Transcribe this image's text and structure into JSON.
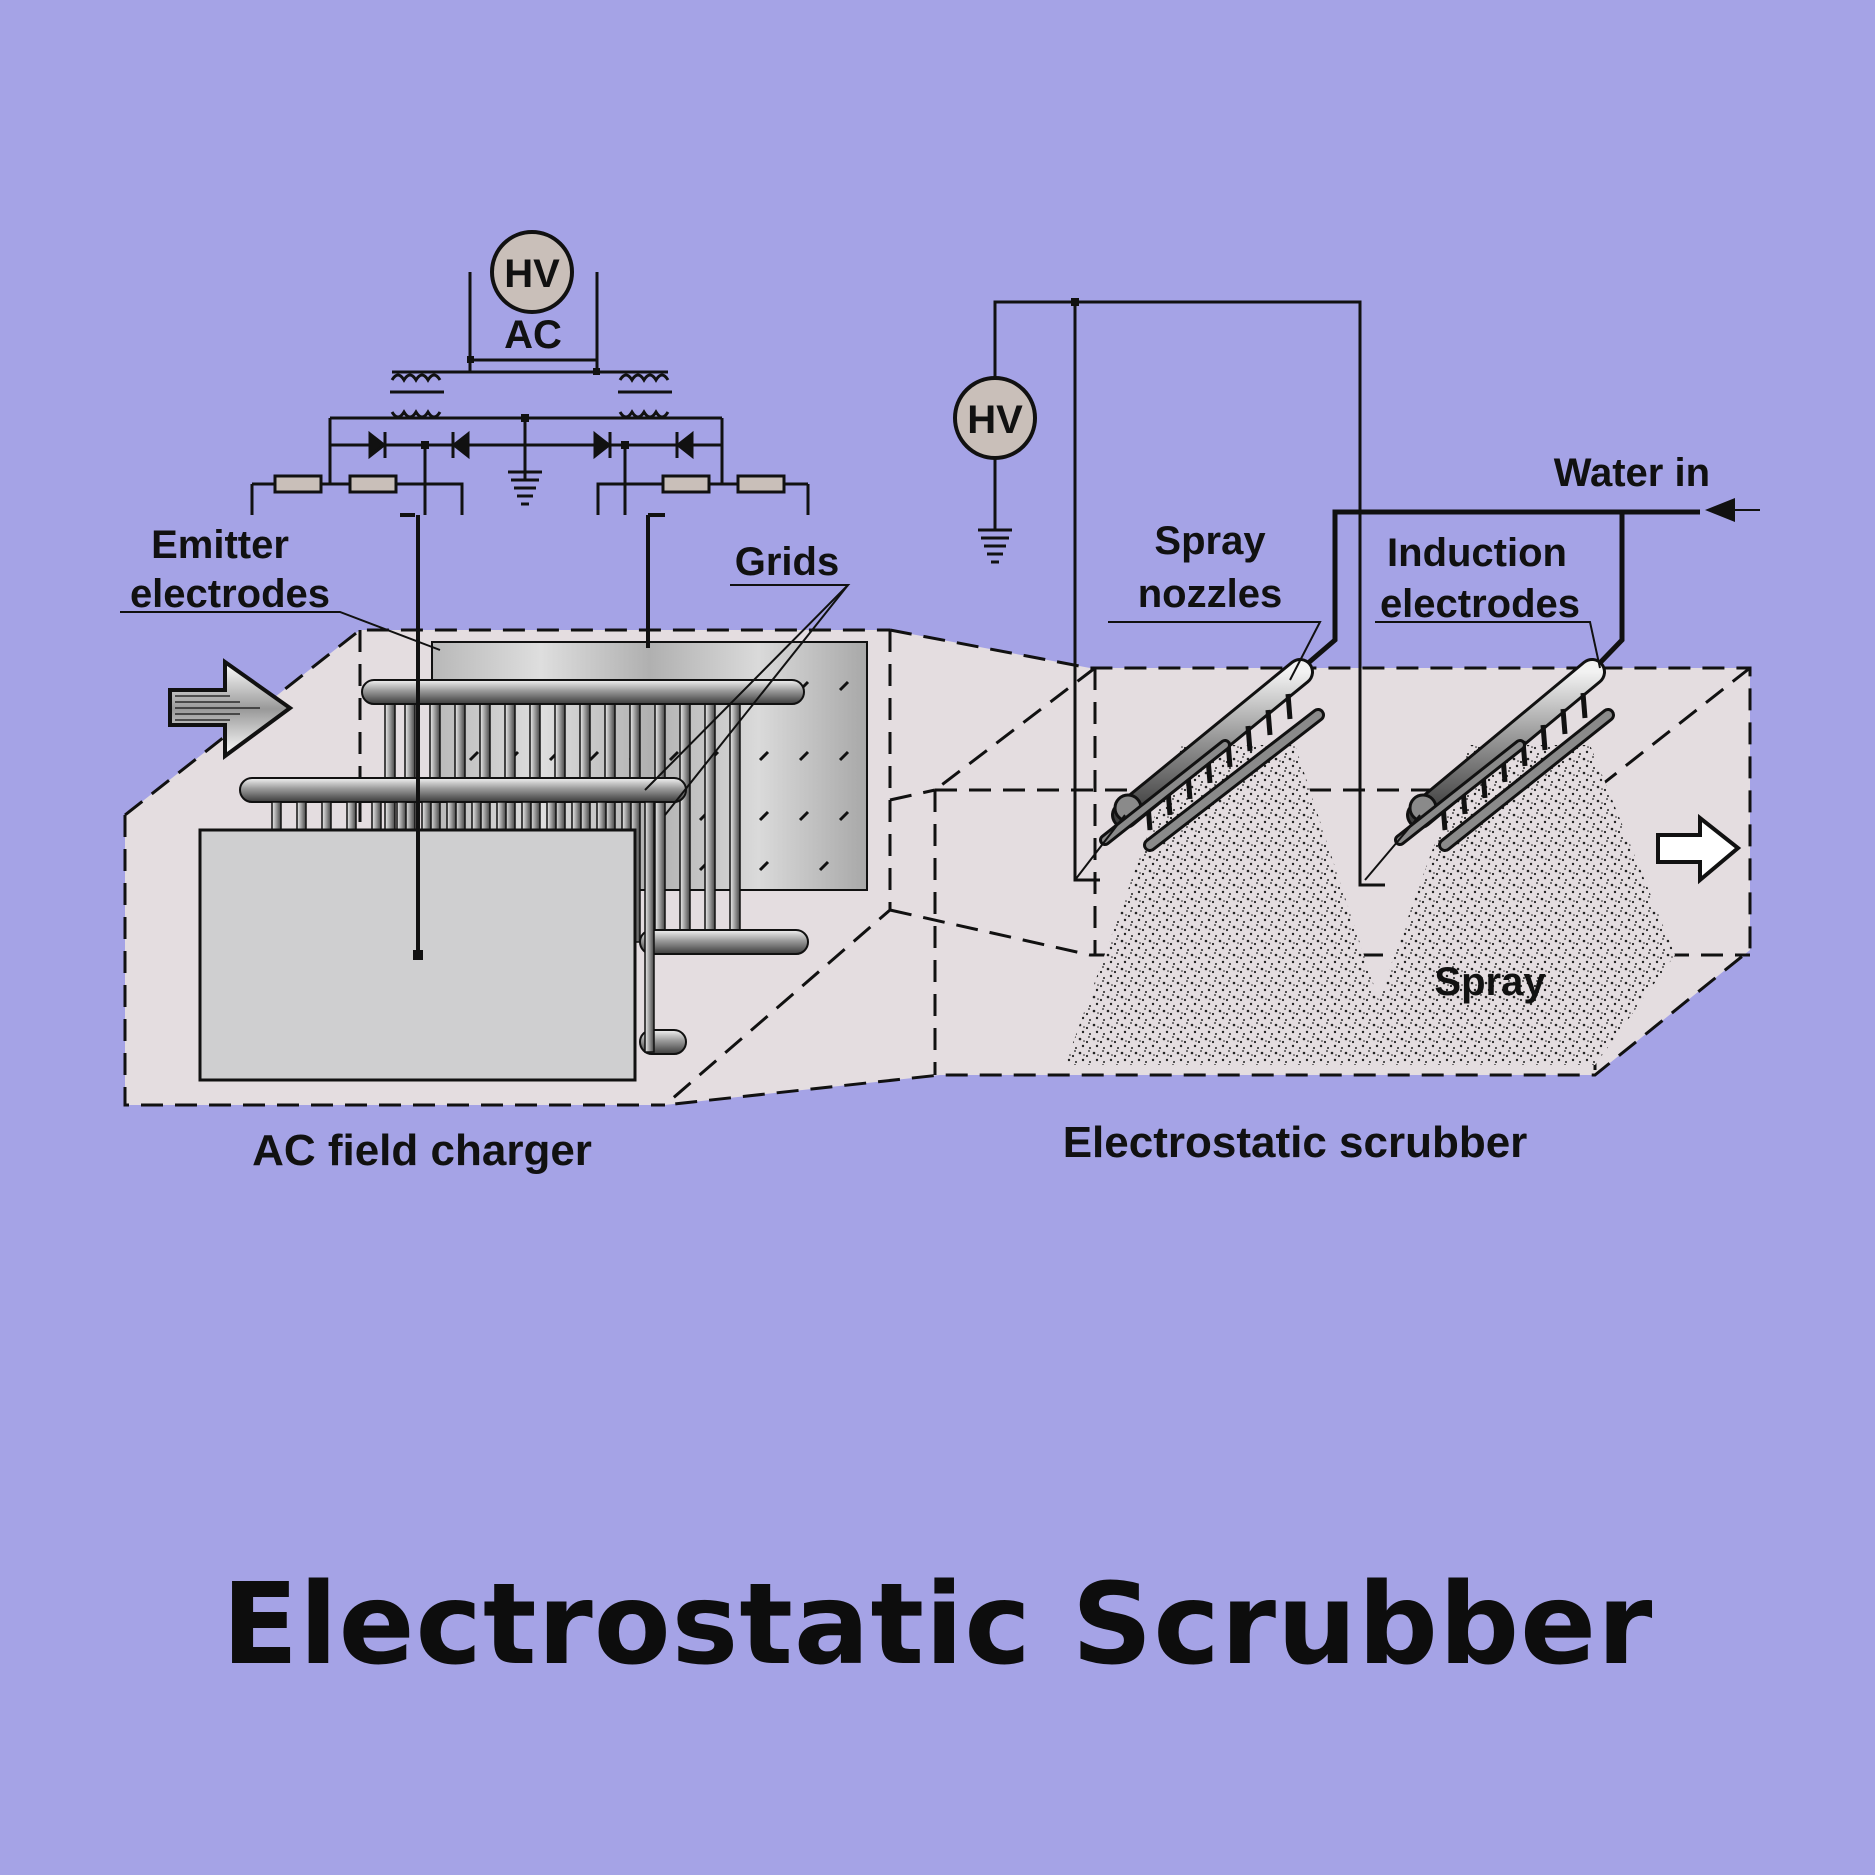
{
  "diagram": {
    "labels": {
      "hv_left": "HV",
      "ac": "AC",
      "hv_right": "HV",
      "water_in": "Water in",
      "spray_nozzles_1": "Spray",
      "spray_nozzles_2": "nozzles",
      "induction_1": "Induction",
      "induction_2": "electrodes",
      "emitter_1": "Emitter",
      "emitter_2": "electrodes",
      "grids": "Grids",
      "spray": "Spray",
      "ac_field_charger": "AC field charger",
      "electrostatic_scrubber": "Electrostatic scrubber"
    },
    "colors": {
      "background": "#a5a3e6",
      "housing": "#e4dde0",
      "plate": "#cfcfd0",
      "hv_circle": "#c9bfb9",
      "ink": "#111111"
    }
  },
  "title": "Electrostatic Scrubber"
}
